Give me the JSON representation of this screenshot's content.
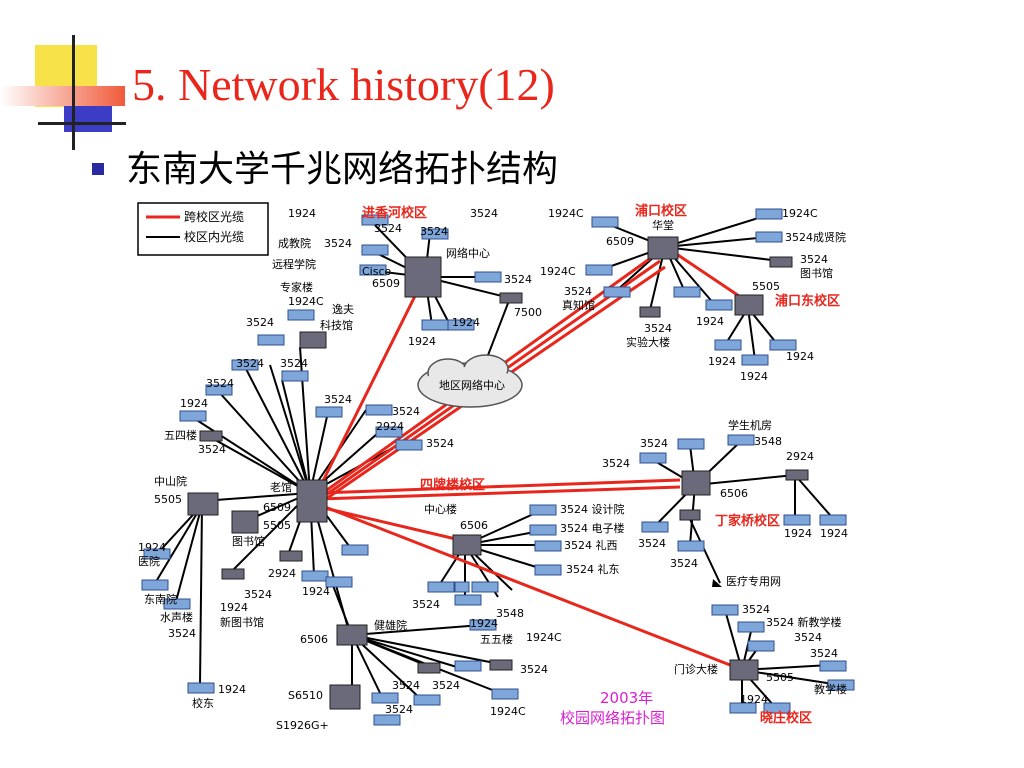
{
  "slide": {
    "title": "5. Network history(12)",
    "bullet": "东南大学千兆网络拓扑结构"
  },
  "legend": [
    {
      "label": "跨校区光缆",
      "color": "#e8261c"
    },
    {
      "label": "校区内光缆",
      "color": "#000000"
    }
  ],
  "campus_labels": [
    {
      "id": "jinxianghe",
      "text": "进香河校区"
    },
    {
      "id": "pukou",
      "text": "浦口校区"
    },
    {
      "id": "pukou_east",
      "text": "浦口东校区"
    },
    {
      "id": "sipailou",
      "text": "四牌楼校区"
    },
    {
      "id": "dingjiaqiao",
      "text": "丁家桥校区"
    },
    {
      "id": "xiaozhuang",
      "text": "晓庄校区"
    }
  ],
  "labels": [
    {
      "id": "l1",
      "text": "1924"
    },
    {
      "id": "l2",
      "text": "3524"
    },
    {
      "id": "l3",
      "text": "3524"
    },
    {
      "id": "l4",
      "text": "3524"
    },
    {
      "id": "l5",
      "text": "成教院"
    },
    {
      "id": "l6",
      "text": "3524"
    },
    {
      "id": "l7",
      "text": "网络中心"
    },
    {
      "id": "l8",
      "text": "远程学院"
    },
    {
      "id": "l9",
      "text": "Cisco"
    },
    {
      "id": "l10",
      "text": "6509"
    },
    {
      "id": "l11",
      "text": "3524"
    },
    {
      "id": "l12",
      "text": "7500"
    },
    {
      "id": "l13",
      "text": "1924"
    },
    {
      "id": "l14",
      "text": "1924"
    },
    {
      "id": "l15",
      "text": "专家楼"
    },
    {
      "id": "l16",
      "text": "1924C"
    },
    {
      "id": "l17",
      "text": "逸夫"
    },
    {
      "id": "l18",
      "text": "科技馆"
    },
    {
      "id": "l19",
      "text": "3524"
    },
    {
      "id": "l20",
      "text": "3524"
    },
    {
      "id": "l21",
      "text": "3524"
    },
    {
      "id": "l22",
      "text": "3524"
    },
    {
      "id": "l23",
      "text": "地区网络中心"
    },
    {
      "id": "l24",
      "text": "1924"
    },
    {
      "id": "l25",
      "text": "3524"
    },
    {
      "id": "l26",
      "text": "3524"
    },
    {
      "id": "l27",
      "text": "2924"
    },
    {
      "id": "l28",
      "text": "五四楼"
    },
    {
      "id": "l29",
      "text": "3524"
    },
    {
      "id": "l30",
      "text": "3524"
    },
    {
      "id": "l31",
      "text": "1924C"
    },
    {
      "id": "l32",
      "text": "华堂"
    },
    {
      "id": "l33",
      "text": "6509"
    },
    {
      "id": "l34",
      "text": "1924C"
    },
    {
      "id": "l35",
      "text": "3524成贤院"
    },
    {
      "id": "l36",
      "text": "1924C"
    },
    {
      "id": "l37",
      "text": "3524"
    },
    {
      "id": "l38",
      "text": "图书馆"
    },
    {
      "id": "l39",
      "text": "3524"
    },
    {
      "id": "l40",
      "text": "真知馆"
    },
    {
      "id": "l41",
      "text": "5505"
    },
    {
      "id": "l42",
      "text": "3524"
    },
    {
      "id": "l43",
      "text": "实验大楼"
    },
    {
      "id": "l44",
      "text": "1924"
    },
    {
      "id": "l45",
      "text": "1924"
    },
    {
      "id": "l46",
      "text": "1924"
    },
    {
      "id": "l47",
      "text": "1924"
    },
    {
      "id": "l48",
      "text": "中山院"
    },
    {
      "id": "l49",
      "text": "5505"
    },
    {
      "id": "l50",
      "text": "老馆"
    },
    {
      "id": "l51",
      "text": "6509"
    },
    {
      "id": "l52",
      "text": "5505"
    },
    {
      "id": "l53",
      "text": "图书馆"
    },
    {
      "id": "l54",
      "text": "1924"
    },
    {
      "id": "l55",
      "text": "医院"
    },
    {
      "id": "l56",
      "text": "2924"
    },
    {
      "id": "l57",
      "text": "1924"
    },
    {
      "id": "l58",
      "text": "3524"
    },
    {
      "id": "l59",
      "text": "1924"
    },
    {
      "id": "l60",
      "text": "新图书馆"
    },
    {
      "id": "l61",
      "text": "东南院"
    },
    {
      "id": "l62",
      "text": "水声楼"
    },
    {
      "id": "l63",
      "text": "3524"
    },
    {
      "id": "l64",
      "text": "1924"
    },
    {
      "id": "l65",
      "text": "校东"
    },
    {
      "id": "l66",
      "text": "学生机房"
    },
    {
      "id": "l67",
      "text": "3524"
    },
    {
      "id": "l68",
      "text": "3548"
    },
    {
      "id": "l69",
      "text": "2924"
    },
    {
      "id": "l70",
      "text": "3524"
    },
    {
      "id": "l71",
      "text": "6506"
    },
    {
      "id": "l72",
      "text": "中心楼"
    },
    {
      "id": "l73",
      "text": "6506"
    },
    {
      "id": "l74",
      "text": "3524 设计院"
    },
    {
      "id": "l75",
      "text": "3524 电子楼"
    },
    {
      "id": "l76",
      "text": "3524 礼西"
    },
    {
      "id": "l77",
      "text": "3524 礼东"
    },
    {
      "id": "l78",
      "text": "3524"
    },
    {
      "id": "l79",
      "text": "1924"
    },
    {
      "id": "l80",
      "text": "1924"
    },
    {
      "id": "l81",
      "text": "3524"
    },
    {
      "id": "l82",
      "text": "医疗专用网"
    },
    {
      "id": "l83",
      "text": "3524"
    },
    {
      "id": "l84",
      "text": "3548"
    },
    {
      "id": "l85",
      "text": "6506"
    },
    {
      "id": "l86",
      "text": "健雄院"
    },
    {
      "id": "l87",
      "text": "1924"
    },
    {
      "id": "l88",
      "text": "五五楼"
    },
    {
      "id": "l89",
      "text": "1924C"
    },
    {
      "id": "l90",
      "text": "3524"
    },
    {
      "id": "l91",
      "text": "S6510"
    },
    {
      "id": "l92",
      "text": "3524"
    },
    {
      "id": "l93",
      "text": "3524"
    },
    {
      "id": "l94",
      "text": "3524"
    },
    {
      "id": "l95",
      "text": "S1926G+"
    },
    {
      "id": "l96",
      "text": "1924C"
    },
    {
      "id": "l97",
      "text": "3524"
    },
    {
      "id": "l98",
      "text": "3524 新教学楼"
    },
    {
      "id": "l99",
      "text": "3524"
    },
    {
      "id": "l100",
      "text": "门诊大楼"
    },
    {
      "id": "l101",
      "text": "5505"
    },
    {
      "id": "l102",
      "text": "3524"
    },
    {
      "id": "l103",
      "text": "教学楼"
    },
    {
      "id": "l104",
      "text": "1924"
    }
  ],
  "caption": [
    "2003年",
    "校园网络拓扑图"
  ]
}
